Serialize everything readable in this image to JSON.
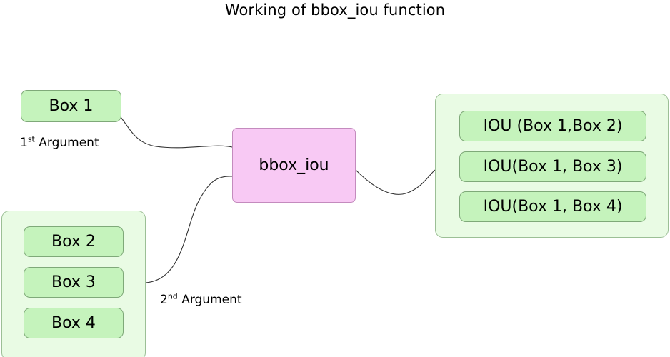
{
  "title": "Working of bbox_iou function",
  "colors": {
    "background": "#ffffff",
    "chip_fill": "#c5f3bc",
    "chip_border": "#7fa979",
    "group_fill": "#e9fbe4",
    "group_border": "#9cbf96",
    "process_fill": "#f8c9f4",
    "process_border": "#c48bbe",
    "edge_stroke": "#333333",
    "text": "#000000"
  },
  "inputs": {
    "first": {
      "box_label": "Box 1",
      "argument_label_main": "1",
      "argument_label_sup": "st",
      "argument_label_rest": " Argument"
    },
    "second": {
      "argument_label_main": "2",
      "argument_label_sup": "nd",
      "argument_label_rest": " Argument",
      "boxes": [
        {
          "label": "Box 2"
        },
        {
          "label": "Box 3"
        },
        {
          "label": "Box 4"
        }
      ]
    }
  },
  "process": {
    "label": "bbox_iou"
  },
  "outputs": {
    "items": [
      {
        "label": "IOU (Box 1,Box 2)"
      },
      {
        "label": "IOU(Box 1, Box 3)"
      },
      {
        "label": "IOU(Box 1, Box 4)"
      }
    ]
  },
  "annotations": {
    "dash_note": "--"
  }
}
